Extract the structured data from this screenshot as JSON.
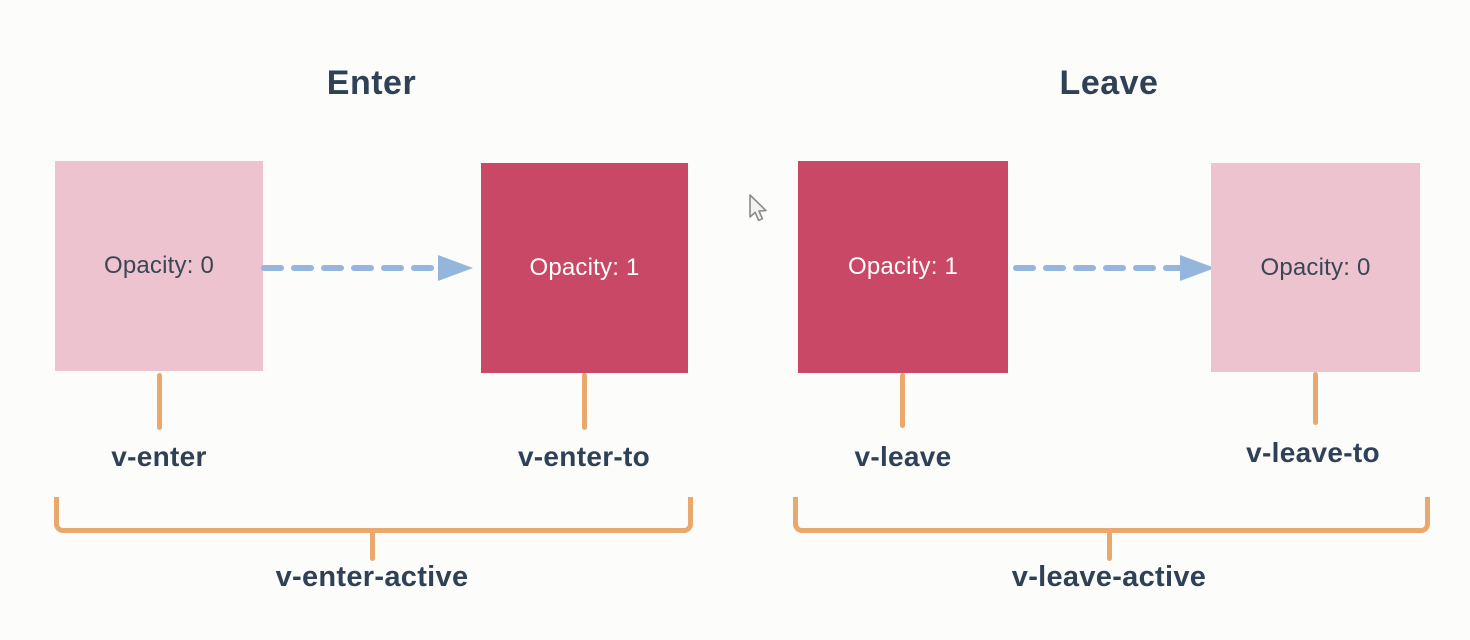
{
  "colors": {
    "light_pink": "#ecc3cf",
    "dark_pink": "#c94865",
    "orange": "#e8a86e",
    "arrow_blue": "#94b6dd",
    "text_dark": "#2f4156",
    "bg": "#fcfdfa"
  },
  "panels": [
    {
      "id": "enter",
      "title": "Enter",
      "from_box": {
        "text": "Opacity: 0",
        "style": "light"
      },
      "to_box": {
        "text": "Opacity: 1",
        "style": "dark"
      },
      "from_label": "v-enter",
      "to_label": "v-enter-to",
      "active_label": "v-enter-active"
    },
    {
      "id": "leave",
      "title": "Leave",
      "from_box": {
        "text": "Opacity: 1",
        "style": "dark"
      },
      "to_box": {
        "text": "Opacity: 0",
        "style": "light"
      },
      "from_label": "v-leave",
      "to_label": "v-leave-to",
      "active_label": "v-leave-active"
    }
  ]
}
